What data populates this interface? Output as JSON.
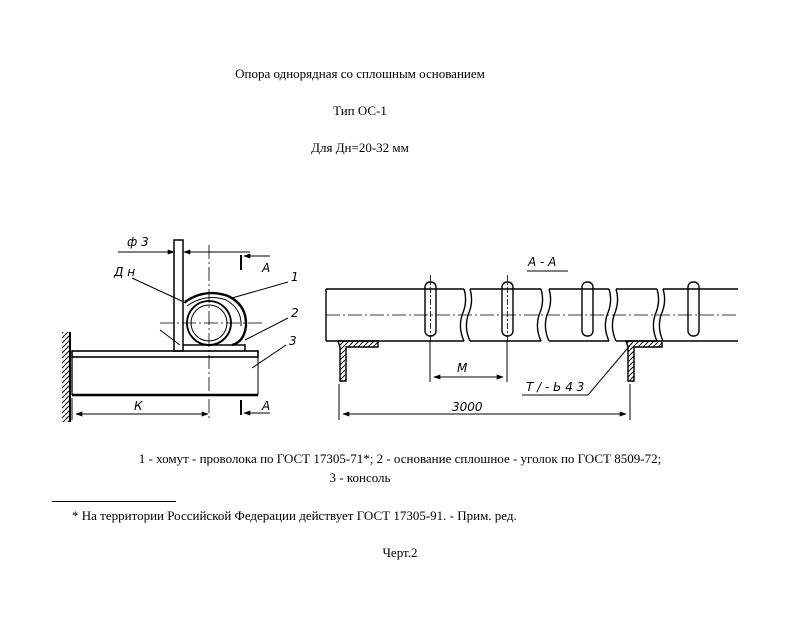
{
  "header": {
    "title": "Опора однорядная со сплошным основанием",
    "type_line": "Тип ОС-1",
    "diameter_line": "Для Дн=20-32 мм"
  },
  "drawing": {
    "labels": {
      "phi3": "ф 3",
      "dn": "Д н",
      "section_a_top": "А",
      "section_a_bottom": "А",
      "item1": "1",
      "item2": "2",
      "item3": "3",
      "k": "К",
      "section_title": "А - А",
      "m": "М",
      "thread": "Т / - Ь 4 3",
      "length": "3000"
    }
  },
  "legend": {
    "line1": "1 - хомут - проволока по ГОСТ 17305-71*; 2 - основание сплошное - уголок по ГОСТ 8509-72;",
    "line2": "3 - консоль"
  },
  "footnote": {
    "text": "* На территории Российской Федерации действует ГОСТ 17305-91. - Прим. ред."
  },
  "caption": {
    "text": "Черт.2"
  }
}
